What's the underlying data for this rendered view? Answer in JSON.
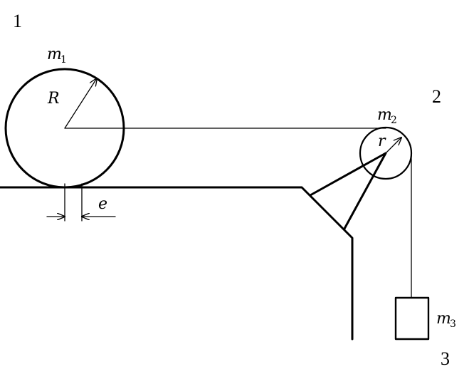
{
  "labels": {
    "corner_top_left": "1",
    "corner_top_right": "2",
    "corner_bottom_right": "3",
    "mass1": {
      "symbol": "m",
      "subscript": "1"
    },
    "mass2": {
      "symbol": "m",
      "subscript": "2"
    },
    "mass3": {
      "symbol": "m",
      "subscript": "3"
    },
    "radius_large": "R",
    "radius_small": "r",
    "offset": "e"
  }
}
